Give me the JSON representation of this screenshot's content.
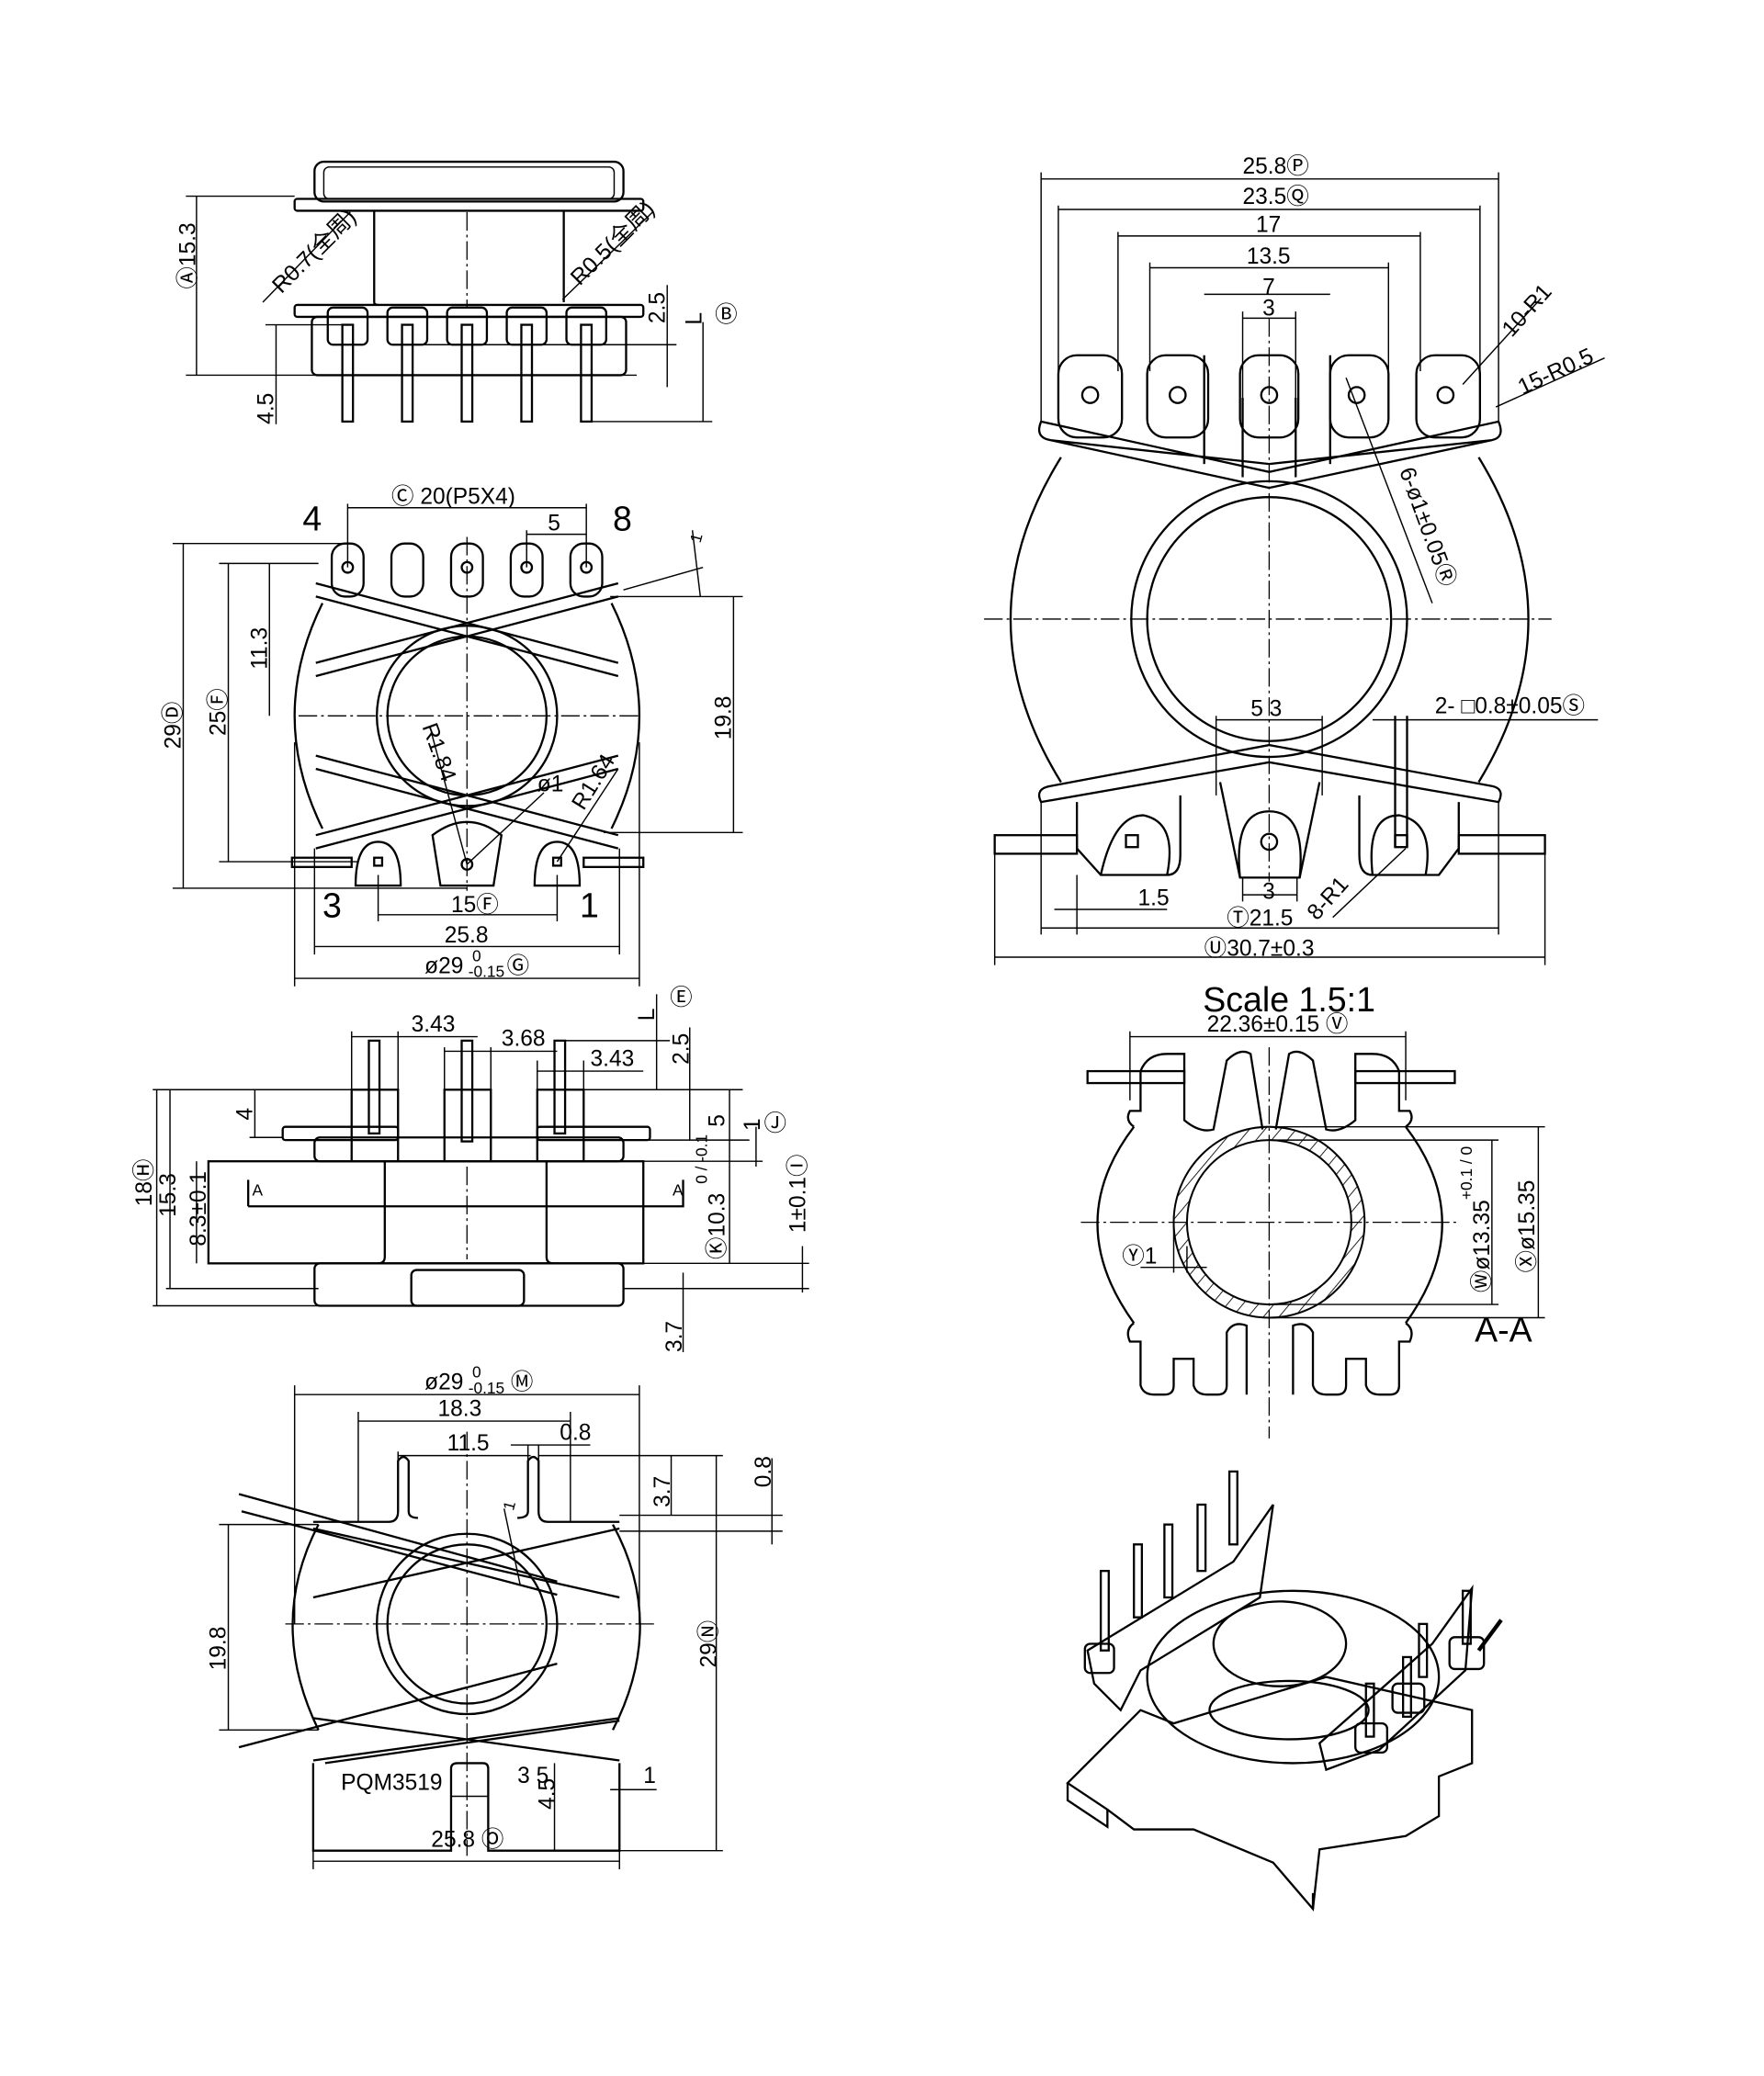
{
  "colors": {
    "line": "#000000",
    "background": "#ffffff"
  },
  "side_view_top": {
    "height": "Ⓐ15.3",
    "radius_left": "R0.7(全周)",
    "radius_right": "R0.5(全周)",
    "dim_2_5": "2.5",
    "dim_L": "L",
    "mark_B": "Ⓑ",
    "pin_length": "4.5"
  },
  "front_view": {
    "pin_4": "4",
    "pin_8": "8",
    "pin_3": "3",
    "pin_1": "1",
    "pitch": "Ⓒ 20(P5X4)",
    "pitch_5": "5",
    "dim_1": "1",
    "height_29": "29Ⓓ",
    "height_25": "25Ⓕ",
    "dim_11_3": "11.3",
    "dim_19_8": "19.8",
    "r_1_84": "R1.84",
    "dia_1": "ø1",
    "r_1_64": "R1.64",
    "dim_15": "15Ⓕ",
    "width_25_8": "25.8",
    "dia_29": "ø29",
    "dia_29_tol_upper": "0",
    "dia_29_tol_lower": "-0.15",
    "mark_G": "Ⓖ"
  },
  "side_view_middle": {
    "mark_E": "Ⓔ",
    "dim_L": "L",
    "dim_3_43_left": "3.43",
    "dim_3_68": "3.68",
    "dim_3_43_right": "3.43",
    "dim_2_5": "2.5",
    "dim_4": "4",
    "dim_5": "5",
    "dim_1": "1",
    "mark_J": "Ⓙ",
    "height_18": "18Ⓗ",
    "height_15_3": "15.3",
    "height_8_3": "8.3±0.1",
    "height_10_3": "Ⓚ10.3",
    "height_10_3_tol": "0 / -0.1",
    "dim_1_tol": "1±0.1Ⓘ",
    "dim_3_7": "3.7",
    "section_mark_left": "A",
    "section_mark_right": "A"
  },
  "bottom_view": {
    "dia_29": "ø29",
    "dia_29_tol_upper": "0",
    "dia_29_tol_lower": "-0.15",
    "mark_M": "Ⓜ",
    "dim_18_3": "18.3",
    "dim_0_8_top": "0.8",
    "dim_11_5": "11.5",
    "dim_3_7": "3.7",
    "dim_0_8_right": "0.8",
    "dim_1": "1",
    "dim_19_8": "19.8",
    "height_29": "29Ⓝ",
    "part_number": "PQM3519",
    "dim_3_5": "3 5",
    "dim_4_5": "4.5",
    "dim_1_bottom": "1",
    "width_25_8": "25.8 Ⓞ"
  },
  "top_view_right": {
    "width_25_8": "25.8Ⓟ",
    "width_23_5": "23.5Ⓠ",
    "width_17": "17",
    "width_13_5": "13.5",
    "width_7": "7",
    "width_3": "3",
    "radius_10": "10-R1",
    "radius_15": "15-R0.5",
    "holes": "6-ø1±0.05Ⓡ",
    "dim_5_3": "5 3",
    "square_pins": "2- □0.8±0.05Ⓢ",
    "dim_3_bottom": "3",
    "dim_1_5": "1.5",
    "radius_8": "8-R1",
    "width_21_5": "Ⓣ21.5",
    "width_30_7": "Ⓤ30.7±0.3"
  },
  "section_view": {
    "scale": "Scale 1.5:1",
    "width_22_36": "22.36±0.15 Ⓥ",
    "wall": "Ⓨ1",
    "inner_dia": "Ⓦø13.35",
    "inner_dia_tol": "+0.1 / 0",
    "outer_dia": "Ⓧø15.35",
    "section_label": "A-A"
  }
}
